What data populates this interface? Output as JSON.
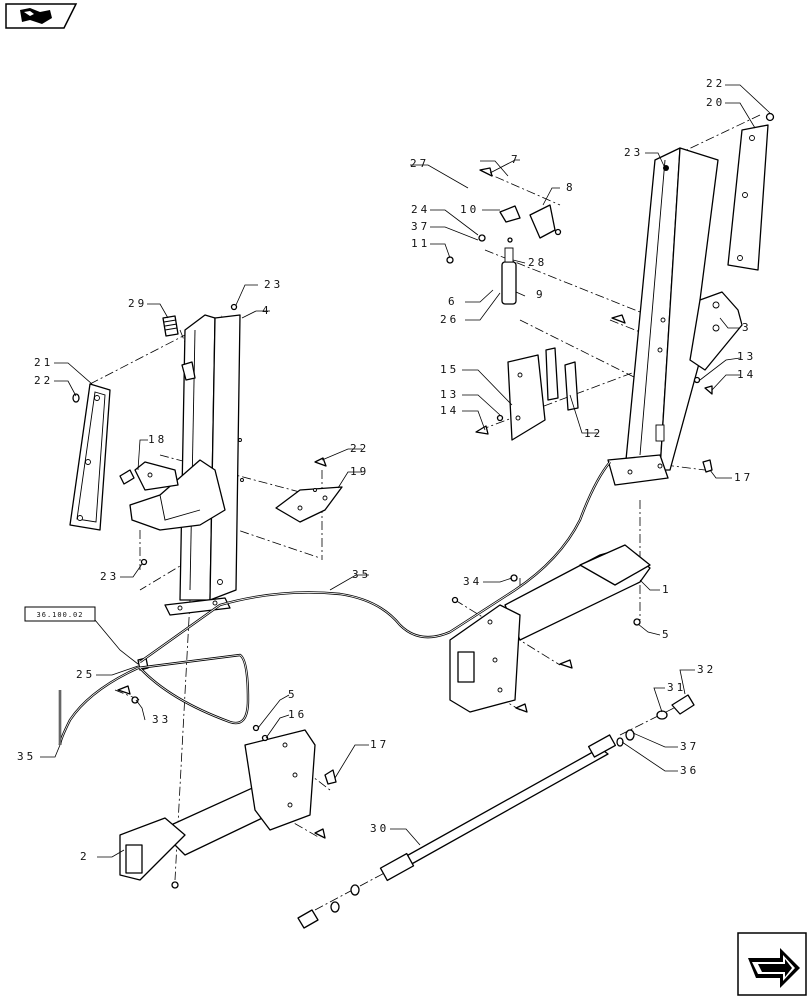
{
  "nav": {
    "top_icon": "book-open-icon",
    "bottom_icon": "next-page-arrow-icon"
  },
  "reference_box": {
    "label": "36.100.02"
  },
  "callouts": {
    "c1": "1",
    "c2": "2",
    "c3": "3",
    "c4": "4",
    "c5a": "5",
    "c5b": "5",
    "c6": "6",
    "c7": "7",
    "c8": "8",
    "c9": "9",
    "c10": "10",
    "c11": "11",
    "c12": "12",
    "c13a": "13",
    "c13b": "13",
    "c14a": "14",
    "c14b": "14",
    "c15": "15",
    "c16": "16",
    "c17a": "17",
    "c17b": "17",
    "c18": "18",
    "c19": "19",
    "c20": "20",
    "c21": "21",
    "c22a": "22",
    "c22b": "22",
    "c22c": "22",
    "c23a": "23",
    "c23b": "23",
    "c23c": "23",
    "c24": "24",
    "c25": "25",
    "c26": "26",
    "c27": "27",
    "c28": "28",
    "c29": "29",
    "c30": "30",
    "c31": "31",
    "c32": "32",
    "c33": "33",
    "c34": "34",
    "c35a": "35",
    "c35b": "35",
    "c36": "36",
    "c37a": "37",
    "c37b": "37"
  }
}
